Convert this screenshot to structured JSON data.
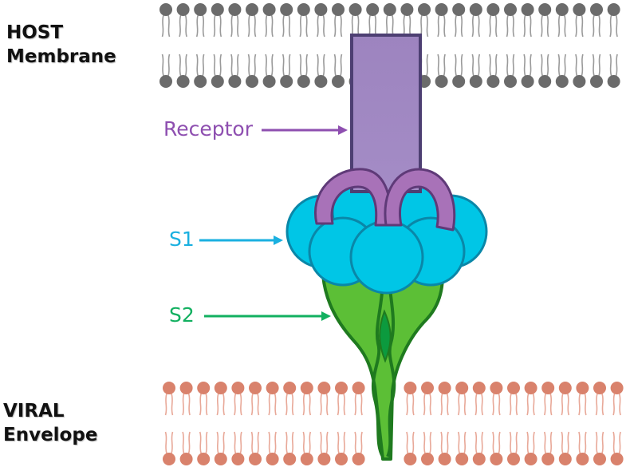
{
  "labels": {
    "host_line1": "HOST",
    "host_line2": "Membrane",
    "viral_line1": "VIRAL",
    "viral_line2": "Envelope",
    "receptor": "Receptor",
    "s1": "S1",
    "s2": "S2"
  },
  "colors": {
    "host_head": "#6b6b6b",
    "host_tail": "#9a9a9a",
    "viral_head": "#d9826c",
    "viral_tail": "#e8a898",
    "receptor_body": "#9e86c0",
    "receptor_edge": "#4d3f72",
    "receptor_label": "#8e4fb0",
    "clamp_fill": "#a872b8",
    "clamp_edge": "#5f3a78",
    "s1_fill": "#00c6e6",
    "s1_edge": "#0a87a8",
    "s1_label": "#1ab0e0",
    "s2_fill": "#5cbf36",
    "s2_edge": "#1f7a1f",
    "s2_label": "#12b060"
  },
  "icons": {
    "host_membrane": "lipid-bilayer-icon",
    "viral_envelope": "lipid-bilayer-icon",
    "receptor": "receptor-icon",
    "s1": "spike-s1-icon",
    "s2": "spike-s2-icon"
  }
}
